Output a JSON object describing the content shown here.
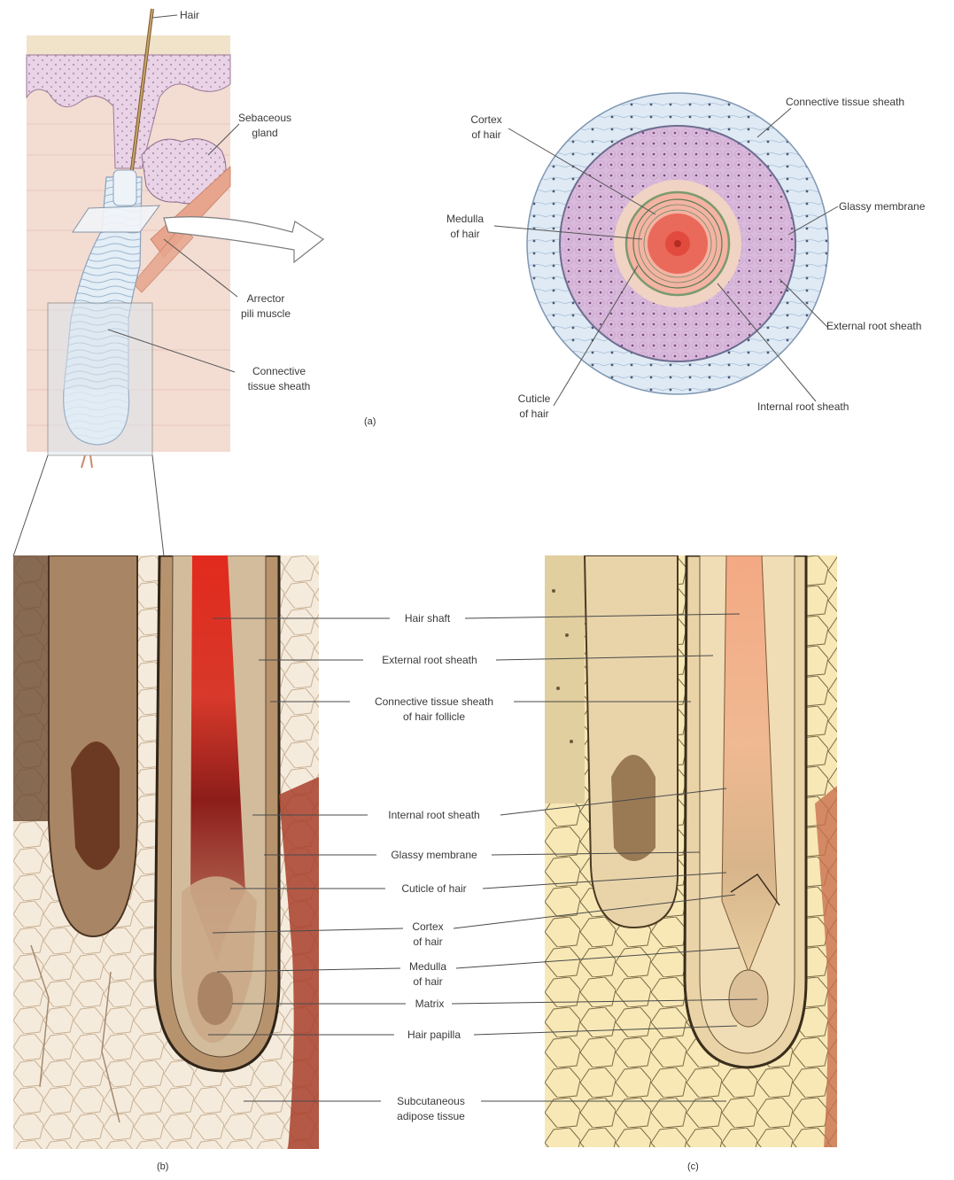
{
  "panel_a_left": {
    "hair": "Hair",
    "sebaceous_gland": [
      "Sebaceous",
      "gland"
    ],
    "arrector_pili": [
      "Arrector",
      "pili muscle"
    ],
    "connective_tissue_sheath": [
      "Connective",
      "tissue sheath"
    ]
  },
  "panel_a_right": {
    "cortex": [
      "Cortex",
      "of hair"
    ],
    "medulla": [
      "Medulla",
      "of hair"
    ],
    "cuticle": [
      "Cuticle",
      "of hair"
    ],
    "connective_tissue_sheath": "Connective tissue sheath",
    "glassy_membrane": "Glassy membrane",
    "external_root_sheath": "External root sheath",
    "internal_root_sheath": "Internal root sheath"
  },
  "panel_labels": {
    "a": "(a)",
    "b": "(b)",
    "c": "(c)"
  },
  "center_labels": {
    "hair_shaft": [
      "Hair shaft"
    ],
    "external_root_sheath": [
      "External root sheath"
    ],
    "connective_tissue_sheath": [
      "Connective tissue sheath",
      "of hair follicle"
    ],
    "internal_root_sheath": [
      "Internal root sheath"
    ],
    "glassy_membrane": [
      "Glassy membrane"
    ],
    "cuticle": [
      "Cuticle of hair"
    ],
    "cortex": [
      "Cortex",
      "of hair"
    ],
    "medulla": [
      "Medulla",
      "of hair"
    ],
    "matrix": [
      "Matrix"
    ],
    "hair_papilla": [
      "Hair papilla"
    ],
    "subcutaneous": [
      "Subcutaneous",
      "adipose tissue"
    ]
  },
  "colors": {
    "skin": "#f3dcd2",
    "epidermis": "#e6cfe3",
    "sheath_blue": "#dbe8f3",
    "cross_purple": "#d9b8dc",
    "hair_red": "#d8342a",
    "histology_tan": "#c9a47a",
    "drawing_bg": "#f6e6b0"
  }
}
